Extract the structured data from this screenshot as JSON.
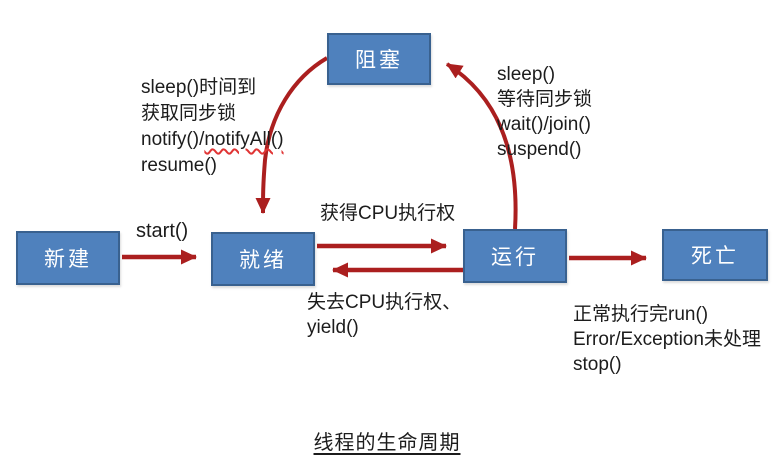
{
  "title": "线程的生命周期",
  "states": {
    "new": "新建",
    "ready": "就绪",
    "running": "运行",
    "blocked": "阻塞",
    "dead": "死亡"
  },
  "transitions": {
    "start": "start()",
    "acquire_cpu": "获得CPU执行权",
    "lose_cpu": [
      "失去CPU执行权、",
      "yield()"
    ],
    "running_to_blocked": [
      "sleep()",
      "等待同步锁",
      "wait()/join()",
      "suspend()"
    ],
    "blocked_to_ready": {
      "line1": "sleep()时间到",
      "line2": "获取同步锁",
      "line3_prefix": "notify()/",
      "line3_spellchecked": "notifyAll()",
      "line4": "resume()"
    },
    "running_to_dead": [
      "正常执行完run()",
      "Error/Exception未处理",
      "stop()"
    ]
  },
  "colors": {
    "box_fill": "#4f81bd",
    "box_border": "#39618f",
    "box_text": "#ffffff",
    "arrow": "#ab1f1f",
    "label_text": "#1c1c1c",
    "spellcheck": "#e03434",
    "bg": "#ffffff"
  }
}
